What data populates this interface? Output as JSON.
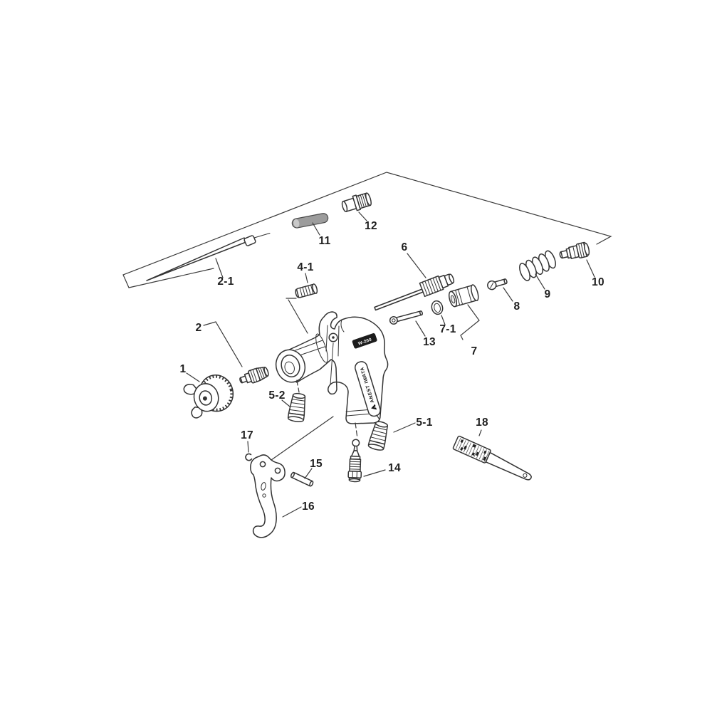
{
  "gun": {
    "brand_text": "ANEST IWATA",
    "model_badge_text": "W-200"
  },
  "parts": [
    {
      "label": "1"
    },
    {
      "label": "2"
    },
    {
      "label": "2-1"
    },
    {
      "label": "4-1"
    },
    {
      "label": "5-1"
    },
    {
      "label": "5-2"
    },
    {
      "label": "6"
    },
    {
      "label": "7"
    },
    {
      "label": "7-1"
    },
    {
      "label": "8"
    },
    {
      "label": "9"
    },
    {
      "label": "10"
    },
    {
      "label": "11"
    },
    {
      "label": "12"
    },
    {
      "label": "13"
    },
    {
      "label": "14"
    },
    {
      "label": "15"
    },
    {
      "label": "16"
    },
    {
      "label": "17"
    },
    {
      "label": "18"
    }
  ]
}
